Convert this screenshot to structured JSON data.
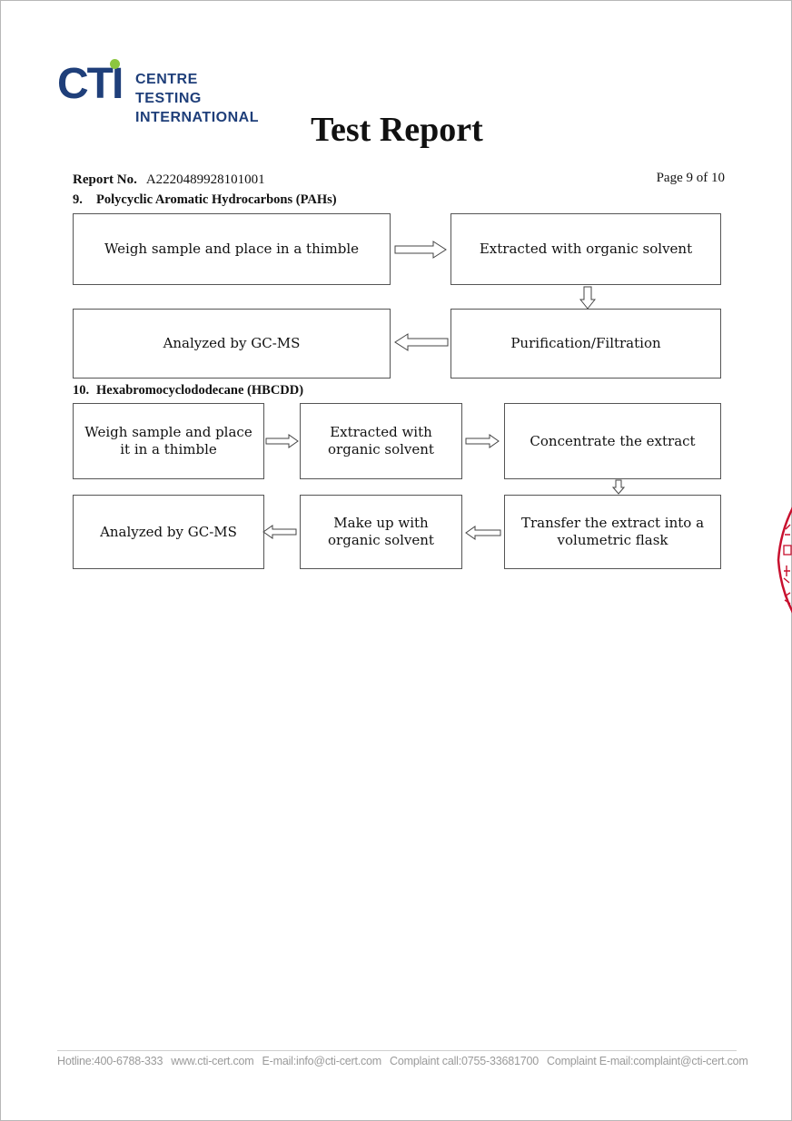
{
  "header": {
    "logo_text": "CTI",
    "org_line1": "CENTRE TESTING",
    "org_line2": "INTERNATIONAL",
    "title": "Test Report",
    "report_no_label": "Report No.",
    "report_no": "A2220489928101001",
    "page": "Page 9 of 10"
  },
  "sections": [
    {
      "number": "9.",
      "title": "Polycyclic Aromatic Hydrocarbons (PAHs)",
      "steps": [
        "Weigh sample and place in a thimble",
        "Extracted with organic solvent",
        "Purification/Filtration",
        "Analyzed by GC-MS"
      ]
    },
    {
      "number": "10.",
      "title": "Hexabromocyclododecane (HBCDD)",
      "steps": [
        "Weigh sample and place it in a thimble",
        "Extracted with organic solvent",
        "Concentrate the extract",
        "Transfer the extract into a volumetric flask",
        "Make up with organic solvent",
        "Analyzed by GC-MS"
      ]
    }
  ],
  "footer": {
    "hotline": "Hotline:400-6788-333",
    "website": "www.cti-cert.com",
    "email": "E-mail:info@cti-cert.com",
    "complaint_call": "Complaint call:0755-33681700",
    "complaint_email": "Complaint E-mail:complaint@cti-cert.com"
  },
  "colors": {
    "brand_blue": "#1f3f7a",
    "brand_green": "#8cc63f",
    "seal_red": "#c8102e"
  },
  "seal_icon": "red-stamp-icon"
}
